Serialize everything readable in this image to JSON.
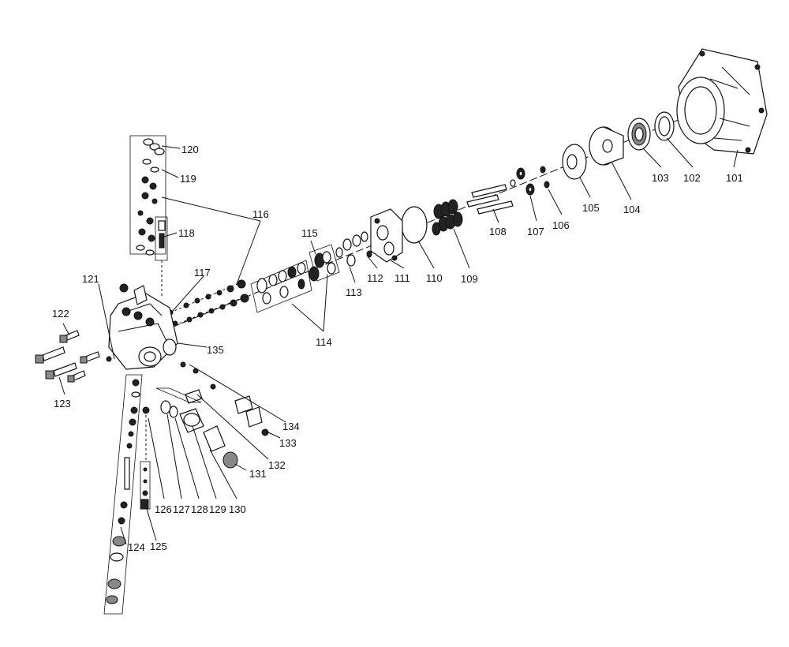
{
  "diagram": {
    "callouts": [
      {
        "id": "101",
        "label": "101"
      },
      {
        "id": "102",
        "label": "102"
      },
      {
        "id": "103",
        "label": "103"
      },
      {
        "id": "104",
        "label": "104"
      },
      {
        "id": "105",
        "label": "105"
      },
      {
        "id": "106",
        "label": "106"
      },
      {
        "id": "107",
        "label": "107"
      },
      {
        "id": "108",
        "label": "108"
      },
      {
        "id": "109",
        "label": "109"
      },
      {
        "id": "110",
        "label": "110"
      },
      {
        "id": "111",
        "label": "111"
      },
      {
        "id": "112",
        "label": "112"
      },
      {
        "id": "113",
        "label": "113"
      },
      {
        "id": "114",
        "label": "114"
      },
      {
        "id": "115",
        "label": "115"
      },
      {
        "id": "116",
        "label": "116"
      },
      {
        "id": "117",
        "label": "117"
      },
      {
        "id": "118",
        "label": "118"
      },
      {
        "id": "119",
        "label": "119"
      },
      {
        "id": "120",
        "label": "120"
      },
      {
        "id": "121",
        "label": "121"
      },
      {
        "id": "122",
        "label": "122"
      },
      {
        "id": "123",
        "label": "123"
      },
      {
        "id": "124",
        "label": "124"
      },
      {
        "id": "125",
        "label": "125"
      },
      {
        "id": "126",
        "label": "126"
      },
      {
        "id": "127",
        "label": "127"
      },
      {
        "id": "128",
        "label": "128"
      },
      {
        "id": "129",
        "label": "129"
      },
      {
        "id": "130",
        "label": "130"
      },
      {
        "id": "131",
        "label": "131"
      },
      {
        "id": "132",
        "label": "132"
      },
      {
        "id": "133",
        "label": "133"
      },
      {
        "id": "134",
        "label": "134"
      },
      {
        "id": "135",
        "label": "135"
      }
    ]
  }
}
